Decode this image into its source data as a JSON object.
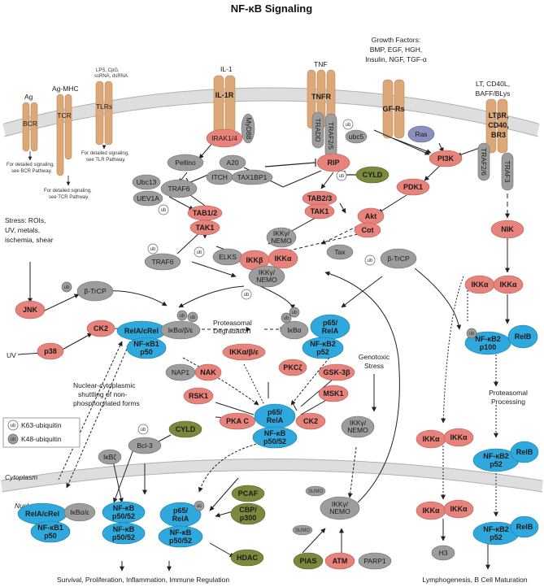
{
  "title": "NF-κB Signaling",
  "colors": {
    "red": "#e8837c",
    "gray": "#9d9d9d",
    "blue": "#2fa9dd",
    "olive": "#7a8a3c",
    "receptor": "#dca878",
    "membrane": "#c8c8c8"
  },
  "ligands": {
    "ag": "Ag",
    "agmhc": "Ag-MHC",
    "lps": [
      "LPS, CpG,",
      "ssRNA, dsRNA"
    ],
    "il1": "IL-1",
    "tnf": "TNF",
    "gf": [
      "Growth Factors:",
      "BMP, EGF, HGH,",
      "Insulin, NGF, TGF-α"
    ],
    "lt": [
      "LT, CD40L,",
      "BAFF/BLys"
    ]
  },
  "receptors": {
    "bcr": "BCR",
    "tcr": "TCR",
    "tlrs": "TLRs",
    "il1r": "IL-1R",
    "tnfr": "TNFR",
    "gfrs": "GF-Rs",
    "ltbr": [
      "LTβR,",
      "CD40,",
      "BR3"
    ]
  },
  "notes": {
    "bcr": [
      "For detailed signaling,",
      "see BCR Pathway."
    ],
    "tcr": [
      "For detailed signaling,",
      "see TCR Pathway."
    ],
    "tlr": [
      "For detailed signaling,",
      "see TLR Pathway."
    ]
  },
  "nodes": {
    "irak": "IRAK1/4",
    "myd88": "MyD88",
    "pellino": "Pellino",
    "ubc13": "Ubc13",
    "uev1a": "UEV1A",
    "traf6": "TRAF6",
    "a20": "A20",
    "itch": "ITCH",
    "tax1bp1": "TAX1BP1",
    "tradd": "TRADD",
    "traf25": "TRAF2/5",
    "ubc5": "ubc5",
    "rip": "RIP",
    "cyld": "CYLD",
    "ras": "Ras",
    "pi3k": "PI3K",
    "pdk1": "PDK1",
    "akt": "Akt",
    "cot": "Cot",
    "traf26": "TRAF2/6",
    "traf3": "TRAF3",
    "nik": "NIK",
    "tab12": "TAB1/2",
    "tak1": "TAK1",
    "tab23": "TAB2/3",
    "tak1b": "TAK1",
    "traf6b": "TRAF6",
    "elks": "ELKS",
    "ikkb": "IKKβ",
    "ikka": "IKKα",
    "nemo": [
      "IKKγ/",
      "NEMO"
    ],
    "nemo2": [
      "IKKγ/",
      "NEMO"
    ],
    "tax": "Tax",
    "btrcp1": "β-TrCP",
    "btrcp2": "β-TrCP",
    "jnk": "JNK",
    "p38": "p38",
    "ck2": "CK2",
    "relacrel": "RelA/cRel",
    "ikbabe": "IκBα/β/ε",
    "nfkb1": [
      "NF-κB1",
      "p50"
    ],
    "ikba": "IκBα",
    "p65rela": [
      "p65/",
      "RelA"
    ],
    "nfkb2p52": [
      "NF-κB2",
      "p52"
    ],
    "ikkabe": "IKKα/β/ε",
    "pkcz": "PKCζ",
    "gsk3b": "GSK-3β",
    "nap1": "NAP1",
    "nak": "NAK",
    "rsk1": "RSK1",
    "msk1": "MSK1",
    "pka": "PKA C",
    "ck2b": "CK2",
    "p65center": [
      "p65/",
      "RelA"
    ],
    "nfkbcenter": [
      "NF-κB",
      "p50/52"
    ],
    "ikkar1": "IKKα",
    "ikkar2": "IKKα",
    "nfkb2p100": [
      "NF-κB2",
      "p100"
    ],
    "relb1": "RelB",
    "ikkar3": "IKKα",
    "ikkar4": "IKKα",
    "nfkb2p52b": [
      "NF-κB2",
      "p52"
    ],
    "relb2": "RelB",
    "ikkar5": "IKKα",
    "ikkar6": "IKKα",
    "nfkb2p52c": [
      "NF-κB2",
      "p52"
    ],
    "relb3": "RelB",
    "h3": "H3",
    "cyld2": "CYLD",
    "bcl3": "Bcl-3",
    "ikbz": "IκBζ",
    "nfkbn1": [
      "NF-κB",
      "p50/52"
    ],
    "nfkbn2": [
      "NF-κB",
      "p50/52"
    ],
    "p65n": [
      "p65/",
      "RelA"
    ],
    "ac": "ac",
    "nfkbn3": [
      "NF-κB",
      "p50/52"
    ],
    "pcaf": "PCAF",
    "cbp": [
      "CBP/",
      "p300"
    ],
    "hdac": "HDAC",
    "relacrel2": "RelA/cRel",
    "ikbae": "IκBα/ε",
    "nfkb1n": [
      "NF-κB1",
      "p50"
    ],
    "nemon": [
      "IKKγ/",
      "NEMO"
    ],
    "sumo1": "SUMO",
    "sumo2": "SUMO",
    "pias": "PIAS",
    "atm": "ATM",
    "parp1": "PARP1",
    "ub": "ub"
  },
  "labels": {
    "stress": [
      "Stress: ROIs,",
      "UV, metals,",
      "ischemia, shear"
    ],
    "uv": "UV",
    "proteasomal_degradation": [
      "Proteasomal",
      "Degradation"
    ],
    "genotoxic": [
      "Genotoxic",
      "Stress"
    ],
    "proteasomal_processing": [
      "Proteasomal",
      "Processing"
    ],
    "shuttling": [
      "Nuclear-cytoplasmic",
      "shuttling of non-",
      "phosphorylated forms"
    ],
    "cytoplasm": "Cytoplasm",
    "nucleus": "Nucleus",
    "outcome1": "Survival, Proliferation, Inflammation, Immune Regulation",
    "outcome2": "Lymphogenesis, B Cell Maturation"
  },
  "legend": {
    "k63": "K63-ubiquitin",
    "k48": "K48-ubiquitin",
    "ub": "ub"
  }
}
